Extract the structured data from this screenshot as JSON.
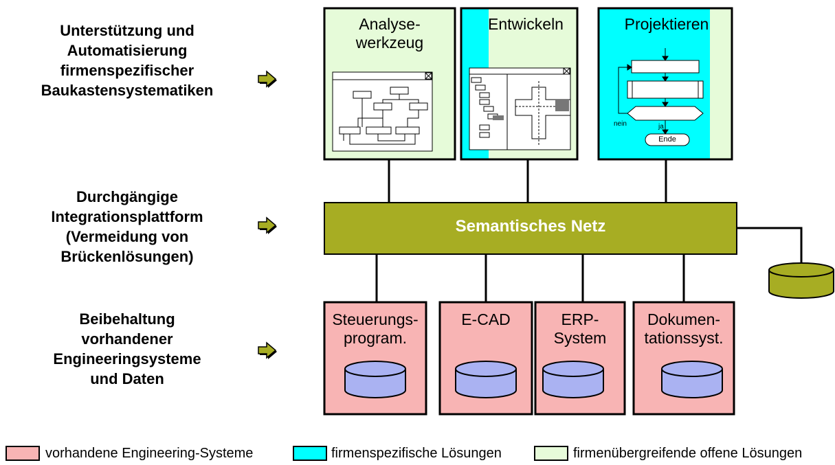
{
  "colors": {
    "pink": "#f8b4b4",
    "cyan": "#00ffff",
    "light_green": "#e6fbd9",
    "olive": "#a7ad23",
    "db_blue": "#aab2f2",
    "arrow_fill": "#a7ad23"
  },
  "left_labels": [
    {
      "lines": [
        "Unterstützung und",
        "Automatisierung",
        "firmenspezifischer",
        "Baukastensystematiken"
      ]
    },
    {
      "lines": [
        "Durchgängige",
        "Integrationsplattform",
        "(Vermeidung von",
        "Brückenlösungen)"
      ]
    },
    {
      "lines": [
        "Beibehaltung",
        "vorhandener",
        "Engineeringsysteme",
        "und Daten"
      ]
    }
  ],
  "top_boxes": [
    {
      "title_lines": [
        "Analyse-",
        "werkzeug"
      ]
    },
    {
      "title_lines": [
        "Entwickeln"
      ]
    },
    {
      "title_lines": [
        "Projektieren"
      ]
    }
  ],
  "flowchart": {
    "no_label": "nein",
    "yes_label": "ja",
    "end_label": "Ende"
  },
  "platform": {
    "label": "Semantisches Netz"
  },
  "bottom_boxes": [
    {
      "title_lines": [
        "Steuerungs-",
        "program."
      ]
    },
    {
      "title_lines": [
        "E-CAD"
      ]
    },
    {
      "title_lines": [
        "ERP-",
        "System"
      ]
    },
    {
      "title_lines": [
        "Dokumen-",
        "tationssyst."
      ]
    }
  ],
  "legend": [
    {
      "label": "vorhandene Engineering-Systeme",
      "color": "#f8b4b4"
    },
    {
      "label": "firmenspezifische Lösungen",
      "color": "#00ffff"
    },
    {
      "label": "firmenübergreifende offene Lösungen",
      "color": "#e6fbd9"
    }
  ]
}
